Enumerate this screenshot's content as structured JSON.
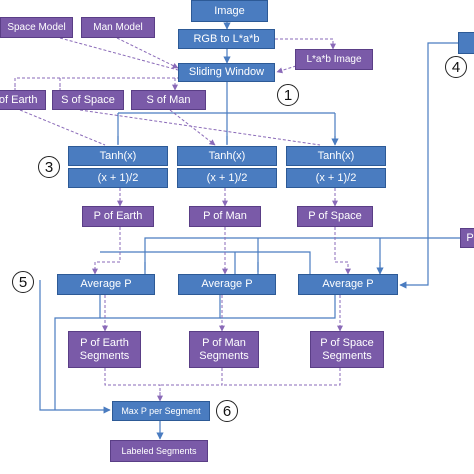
{
  "nodes": {
    "space_model": "Space Model",
    "man_model": "Man Model",
    "image": "Image",
    "rgb": "RGB to L*a*b",
    "lab": "L*a*b Image",
    "sliding": "Sliding Window",
    "s_earth": "S of Earth",
    "s_space": "S of Space",
    "s_man": "S of Man",
    "tanh_1": "Tanh(x)",
    "tanh_2": "Tanh(x)",
    "tanh_3": "Tanh(x)",
    "norm_1": "(x + 1)/2",
    "norm_2": "(x + 1)/2",
    "norm_3": "(x + 1)/2",
    "p_earth": "P of Earth",
    "p_man": "P of Man",
    "p_space": "P of Space",
    "avg_1": "Average P",
    "avg_2": "Average P",
    "avg_3": "Average P",
    "seg_earth": "P of Earth Segments",
    "seg_man": "P of Man Segments",
    "seg_space": "P of Space Segments",
    "maxp": "Max P per Segment",
    "labeled": "Labeled Segments",
    "p_cut": "P"
  },
  "steps": {
    "s1": "1",
    "s3": "3",
    "s4": "4",
    "s5": "5",
    "s6": "6"
  },
  "colors": {
    "blue": "#4a7cc0",
    "purple": "#7a5aa8",
    "arrow": "#4a7cc0",
    "dashed": "#8a6ab8"
  }
}
